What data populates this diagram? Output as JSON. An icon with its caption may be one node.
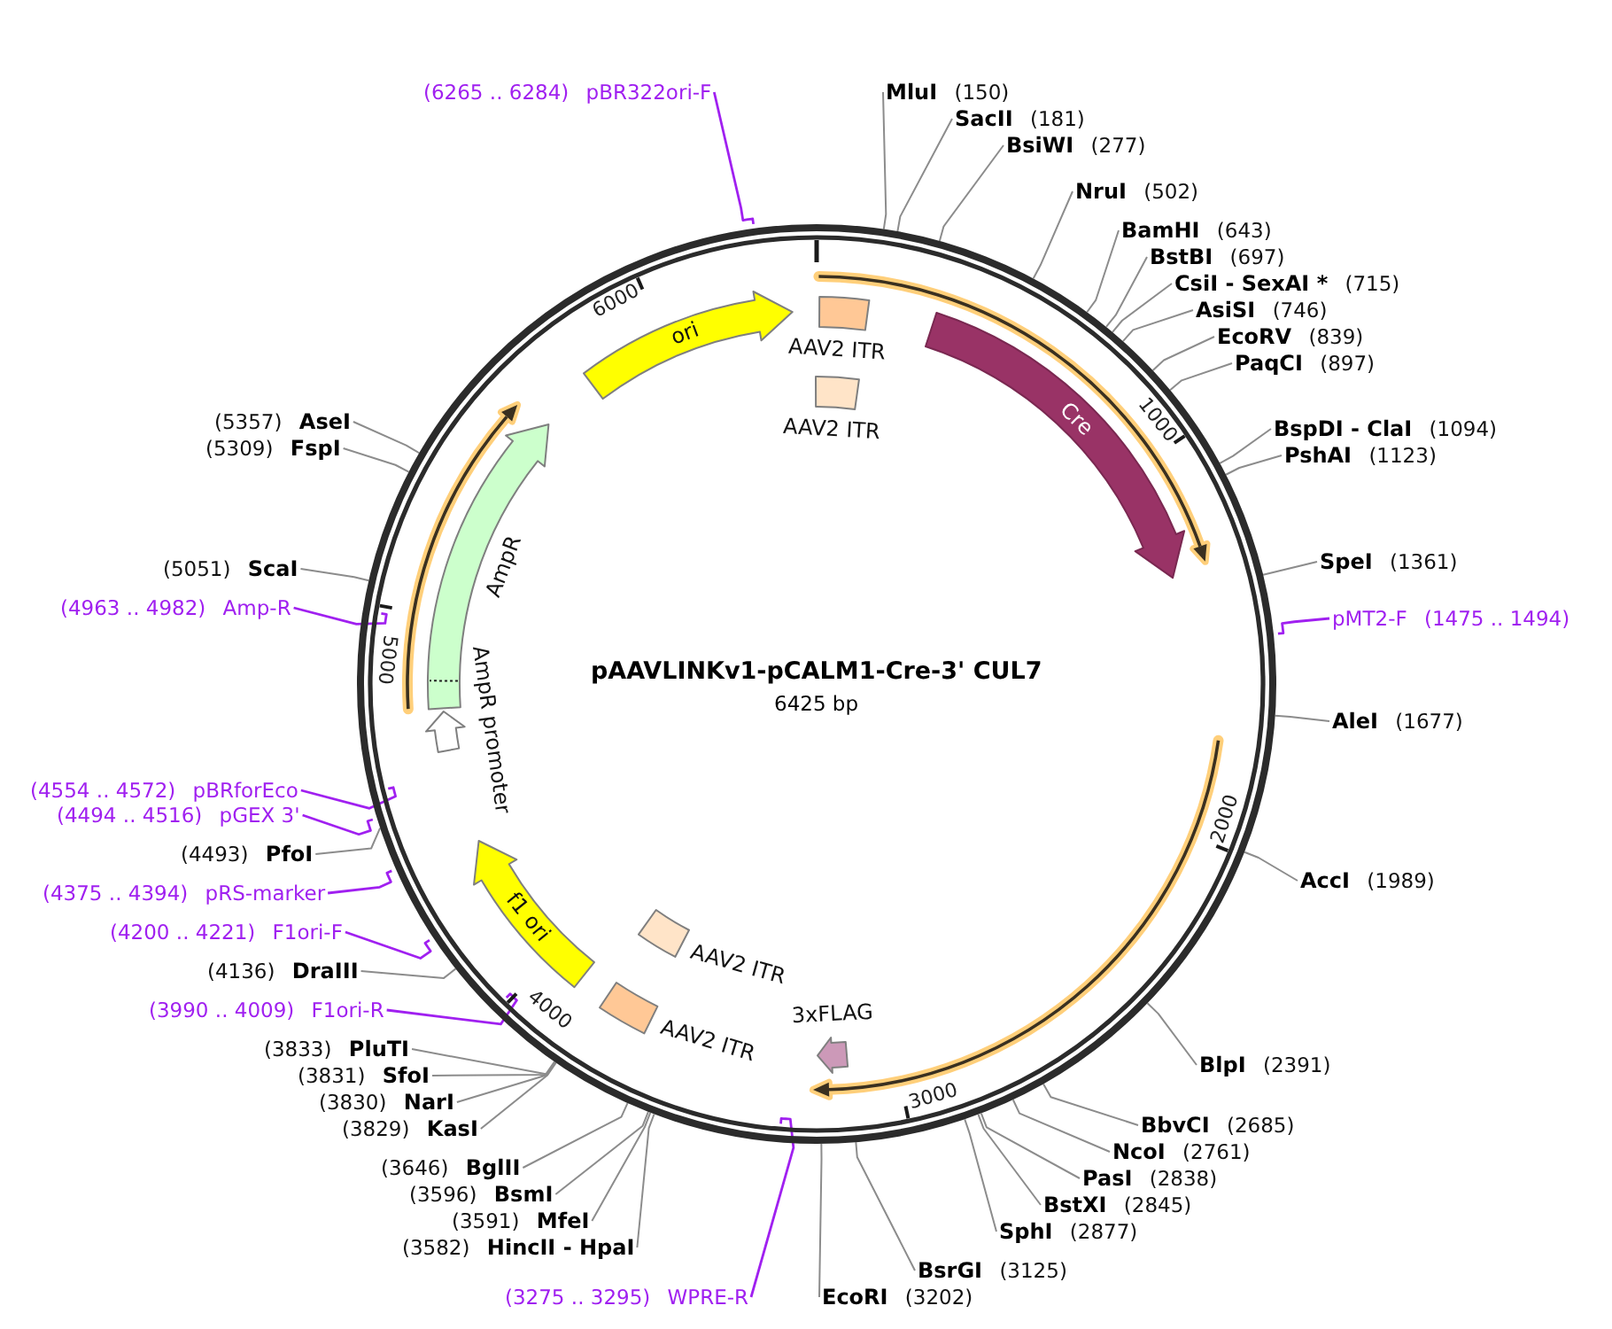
{
  "diagram": {
    "nodes": [
      {
        "text": [
          "pAAVLINKv1-pCALM1-Cre-3' CUL7",
          "6425 bp"
        ]
      },
      {
        "text": [
          "AAV2 ITR"
        ],
        "in": 0
      },
      {
        "text": [
          "AAV2 ITR"
        ],
        "in": 0
      },
      {
        "text": [
          "Cre"
        ],
        "in": 0
      },
      {
        "text": [
          "3xFLAG"
        ],
        "in": 0
      },
      {
        "text": [
          "AAV2 ITR"
        ],
        "in": 0
      },
      {
        "text": [
          "AAV2 ITR"
        ],
        "in": 0
      },
      {
        "text": [
          "f1 ori"
        ],
        "in": 0
      },
      {
        "text": [
          "AmpR promoter"
        ],
        "in": 0
      },
      {
        "text": [
          "AmpR"
        ],
        "in": 0
      },
      {
        "text": [
          "ori"
        ],
        "in": 0
      },
      {
        "text": [
          "MluI",
          "(150)"
        ]
      },
      {
        "text": [
          "SacII",
          "(181)"
        ]
      },
      {
        "text": [
          "BsiWI",
          "(277)"
        ]
      },
      {
        "text": [
          "NruI",
          "(502)"
        ]
      },
      {
        "text": [
          "BamHI",
          "(643)"
        ]
      },
      {
        "text": [
          "BstBI",
          "(697)"
        ]
      },
      {
        "text": [
          "CsiI - SexAI *",
          "(715)"
        ]
      },
      {
        "text": [
          "AsiSI",
          "(746)"
        ]
      },
      {
        "text": [
          "EcoRV",
          "(839)"
        ]
      },
      {
        "text": [
          "PaqCI",
          "(897)"
        ]
      },
      {
        "text": [
          "BspDI - ClaI",
          "(1094)"
        ]
      },
      {
        "text": [
          "PshAI",
          "(1123)"
        ]
      },
      {
        "text": [
          "SpeI",
          "(1361)"
        ]
      },
      {
        "text": [
          "pMT2-F",
          "(1475 .. 1494)"
        ]
      },
      {
        "text": [
          "AleI",
          "(1677)"
        ]
      },
      {
        "text": [
          "AccI",
          "(1989)"
        ]
      },
      {
        "text": [
          "BlpI",
          "(2391)"
        ]
      },
      {
        "text": [
          "BbvCI",
          "(2685)"
        ]
      },
      {
        "text": [
          "NcoI",
          "(2761)"
        ]
      },
      {
        "text": [
          "PasI",
          "(2838)"
        ]
      },
      {
        "text": [
          "BstXI",
          "(2845)"
        ]
      },
      {
        "text": [
          "SphI",
          "(2877)"
        ]
      },
      {
        "text": [
          "BsrGI",
          "(3125)"
        ]
      },
      {
        "text": [
          "EcoRI",
          "(3202)"
        ]
      },
      {
        "text": [
          "(3275 .. 3295)",
          "WPRE-R"
        ]
      },
      {
        "text": [
          "(3582)",
          "HincII - HpaI"
        ]
      },
      {
        "text": [
          "(3591)",
          "MfeI"
        ]
      },
      {
        "text": [
          "(3596)",
          "BsmI"
        ]
      },
      {
        "text": [
          "(3646)",
          "BglII"
        ]
      },
      {
        "text": [
          "(3829)",
          "KasI"
        ]
      },
      {
        "text": [
          "(3830)",
          "NarI"
        ]
      },
      {
        "text": [
          "(3831)",
          "SfoI"
        ]
      },
      {
        "text": [
          "(3833)",
          "PluTI"
        ]
      },
      {
        "text": [
          "(3990 .. 4009)",
          "F1ori-R"
        ]
      },
      {
        "text": [
          "(4136)",
          "DraIII"
        ]
      },
      {
        "text": [
          "(4200 .. 4221)",
          "F1ori-F"
        ]
      },
      {
        "text": [
          "(4375 .. 4394)",
          "pRS-marker"
        ]
      },
      {
        "text": [
          "(4493)",
          "PfoI"
        ]
      },
      {
        "text": [
          "(4494 .. 4516)",
          "pGEX 3'"
        ]
      },
      {
        "text": [
          "(4554 .. 4572)",
          "pBRforEco"
        ]
      },
      {
        "text": [
          "(4963 .. 4982)",
          "Amp-R"
        ]
      },
      {
        "text": [
          "(5051)",
          "ScaI"
        ]
      },
      {
        "text": [
          "(5309)",
          "FspI"
        ]
      },
      {
        "text": [
          "(5357)",
          "AseI"
        ]
      },
      {
        "text": [
          "(6265 .. 6284)",
          "pBR322ori-F"
        ]
      }
    ],
    "edges": [
      {
        "from": 11,
        "to": 0,
        "arrow": "none"
      },
      {
        "from": 12,
        "to": 0,
        "arrow": "none"
      },
      {
        "from": 13,
        "to": 0,
        "arrow": "none"
      },
      {
        "from": 14,
        "to": 0,
        "arrow": "none"
      },
      {
        "from": 15,
        "to": 0,
        "arrow": "none"
      },
      {
        "from": 16,
        "to": 0,
        "arrow": "none"
      },
      {
        "from": 17,
        "to": 0,
        "arrow": "none"
      },
      {
        "from": 18,
        "to": 0,
        "arrow": "none"
      },
      {
        "from": 19,
        "to": 0,
        "arrow": "none"
      },
      {
        "from": 20,
        "to": 0,
        "arrow": "none"
      },
      {
        "from": 21,
        "to": 0,
        "arrow": "none"
      },
      {
        "from": 22,
        "to": 0,
        "arrow": "none"
      },
      {
        "from": 23,
        "to": 0,
        "arrow": "none"
      },
      {
        "from": 24,
        "to": 0,
        "arrow": "none",
        "color": "#a020f0"
      },
      {
        "from": 25,
        "to": 0,
        "arrow": "none"
      },
      {
        "from": 26,
        "to": 0,
        "arrow": "none"
      },
      {
        "from": 27,
        "to": 0,
        "arrow": "none"
      },
      {
        "from": 28,
        "to": 0,
        "arrow": "none"
      },
      {
        "from": 29,
        "to": 0,
        "arrow": "none"
      },
      {
        "from": 30,
        "to": 0,
        "arrow": "none"
      },
      {
        "from": 31,
        "to": 0,
        "arrow": "none"
      },
      {
        "from": 32,
        "to": 0,
        "arrow": "none"
      },
      {
        "from": 33,
        "to": 0,
        "arrow": "none"
      },
      {
        "from": 34,
        "to": 0,
        "arrow": "none"
      },
      {
        "from": 35,
        "to": 0,
        "arrow": "none",
        "color": "#a020f0"
      },
      {
        "from": 36,
        "to": 0,
        "arrow": "none"
      },
      {
        "from": 37,
        "to": 0,
        "arrow": "none"
      },
      {
        "from": 38,
        "to": 0,
        "arrow": "none"
      },
      {
        "from": 39,
        "to": 0,
        "arrow": "none"
      },
      {
        "from": 40,
        "to": 0,
        "arrow": "none"
      },
      {
        "from": 41,
        "to": 0,
        "arrow": "none"
      },
      {
        "from": 42,
        "to": 0,
        "arrow": "none"
      },
      {
        "from": 43,
        "to": 0,
        "arrow": "none"
      },
      {
        "from": 44,
        "to": 0,
        "arrow": "none",
        "color": "#a020f0"
      },
      {
        "from": 45,
        "to": 0,
        "arrow": "none"
      },
      {
        "from": 46,
        "to": 0,
        "arrow": "none",
        "color": "#a020f0"
      },
      {
        "from": 47,
        "to": 0,
        "arrow": "none",
        "color": "#a020f0"
      },
      {
        "from": 48,
        "to": 0,
        "arrow": "none"
      },
      {
        "from": 49,
        "to": 0,
        "arrow": "none",
        "color": "#a020f0"
      },
      {
        "from": 50,
        "to": 0,
        "arrow": "none",
        "color": "#a020f0"
      },
      {
        "from": 51,
        "to": 0,
        "arrow": "none",
        "color": "#a020f0"
      },
      {
        "from": 52,
        "to": 0,
        "arrow": "none"
      },
      {
        "from": 53,
        "to": 0,
        "arrow": "none"
      },
      {
        "from": 54,
        "to": 0,
        "arrow": "none"
      },
      {
        "from": 55,
        "to": 0,
        "arrow": "none",
        "color": "#a020f0"
      }
    ],
    "labels": [
      "1000",
      "2000",
      "3000",
      "4000",
      "5000",
      "6000"
    ]
  }
}
